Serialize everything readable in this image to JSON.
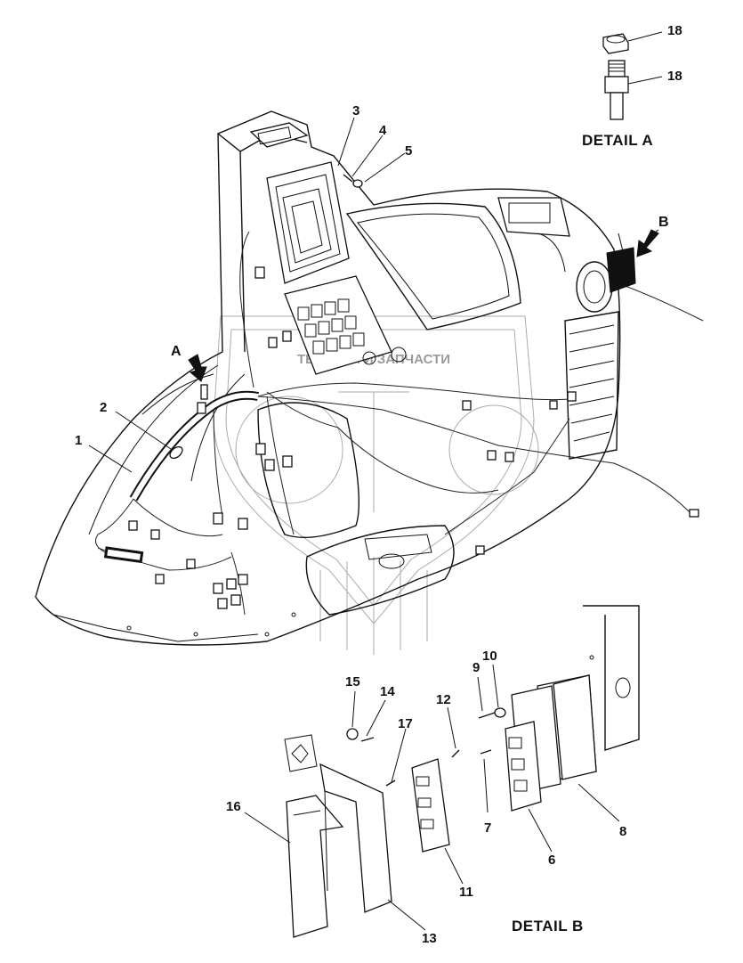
{
  "diagram": {
    "details": {
      "a_caption": "DETAIL A",
      "b_caption": "DETAIL B",
      "a_marker": "A",
      "b_marker": "B"
    },
    "callouts": [
      {
        "id": "c18a",
        "label": "18"
      },
      {
        "id": "c18b",
        "label": "18"
      },
      {
        "id": "c3",
        "label": "3"
      },
      {
        "id": "c4",
        "label": "4"
      },
      {
        "id": "c5",
        "label": "5"
      },
      {
        "id": "c2",
        "label": "2"
      },
      {
        "id": "c1",
        "label": "1"
      },
      {
        "id": "c9",
        "label": "9"
      },
      {
        "id": "c10",
        "label": "10"
      },
      {
        "id": "c15",
        "label": "15"
      },
      {
        "id": "c14",
        "label": "14"
      },
      {
        "id": "c12",
        "label": "12"
      },
      {
        "id": "c17",
        "label": "17"
      },
      {
        "id": "c16",
        "label": "16"
      },
      {
        "id": "c7",
        "label": "7"
      },
      {
        "id": "c8",
        "label": "8"
      },
      {
        "id": "c6",
        "label": "6"
      },
      {
        "id": "c11",
        "label": "11"
      },
      {
        "id": "c13",
        "label": "13"
      }
    ],
    "watermark": {
      "text": "ТЕХНИКА И ЗАПЧАСТИ",
      "color": "#9a9a9a"
    }
  }
}
